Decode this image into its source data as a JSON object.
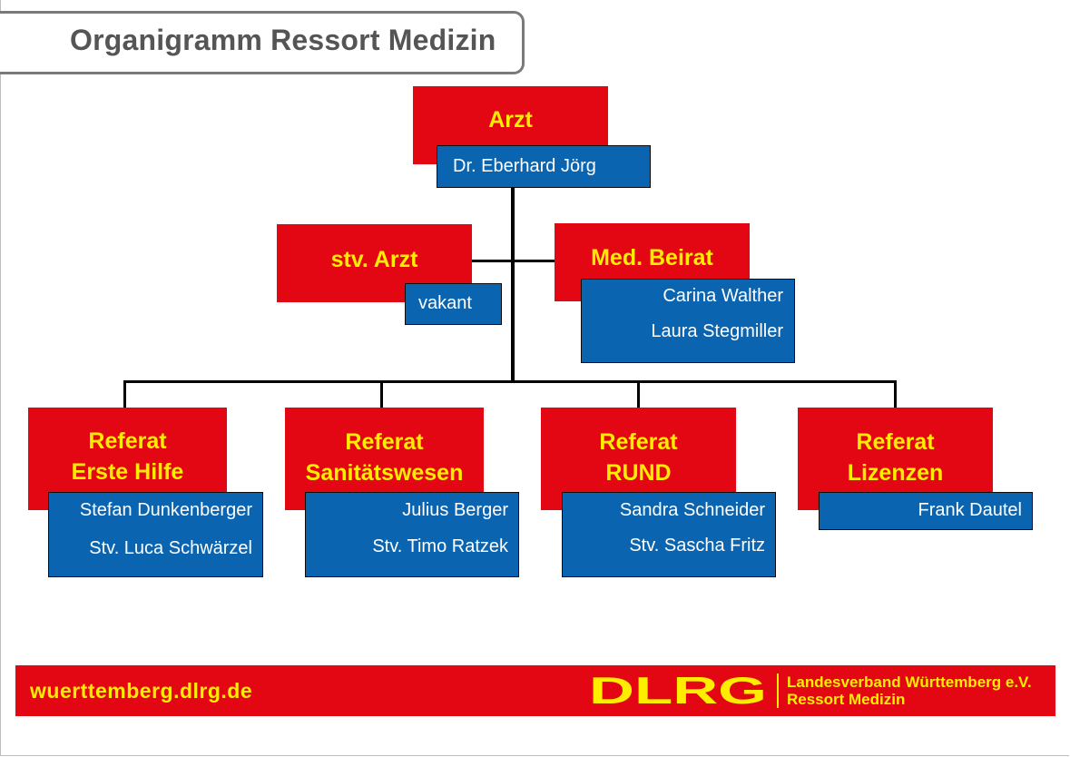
{
  "title": "Organigramm Ressort Medizin",
  "colors": {
    "red": "#e30613",
    "yellow": "#ffed00",
    "blue": "#0a64b0",
    "title_gray": "#555555"
  },
  "arzt": {
    "role": "Arzt",
    "name": "Dr. Eberhard Jörg"
  },
  "stv_arzt": {
    "role": "stv. Arzt",
    "name": "vakant"
  },
  "beirat": {
    "role": "Med. Beirat",
    "members": [
      "Carina Walther",
      "Laura Stegmiller"
    ]
  },
  "referate": [
    {
      "line1": "Referat",
      "line2": "Erste Hilfe",
      "members": [
        "Stefan Dunkenberger",
        "Stv. Luca Schwärzel"
      ]
    },
    {
      "line1": "Referat",
      "line2": "Sanitätswesen",
      "members": [
        "Julius Berger",
        "Stv. Timo Ratzek"
      ]
    },
    {
      "line1": "Referat",
      "line2": "RUND",
      "members": [
        "Sandra Schneider",
        "Stv. Sascha Fritz"
      ]
    },
    {
      "line1": "Referat",
      "line2": "Lizenzen",
      "members": [
        "Frank Dautel"
      ]
    }
  ],
  "footer": {
    "url": "wuerttemberg.dlrg.de",
    "logo_text": "DLRG",
    "subline1": "Landesverband Württemberg e.V.",
    "subline2": "Ressort Medizin"
  }
}
